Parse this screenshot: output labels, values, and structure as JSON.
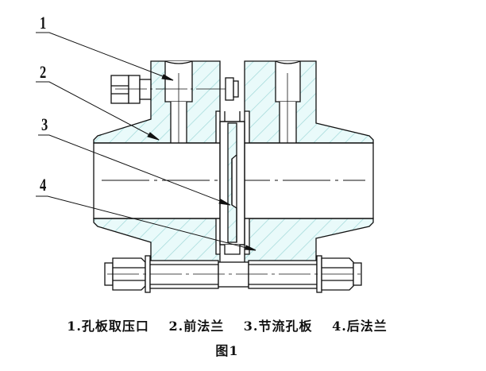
{
  "figure": {
    "title": "图1",
    "subject": "Orifice plate flowmeter flange assembly (section view)",
    "hatch_color": "#bfeeee",
    "line_color": "#111111"
  },
  "callouts": [
    {
      "number": "1",
      "target": "pressure tap"
    },
    {
      "number": "2",
      "target": "front flange"
    },
    {
      "number": "3",
      "target": "orifice plate"
    },
    {
      "number": "4",
      "target": "rear flange"
    }
  ],
  "legend": [
    {
      "num": "1.",
      "text": "孔板取压口"
    },
    {
      "num": "2.",
      "text": "前法兰"
    },
    {
      "num": "3.",
      "text": "节流孔板"
    },
    {
      "num": "4.",
      "text": "后法兰"
    }
  ]
}
